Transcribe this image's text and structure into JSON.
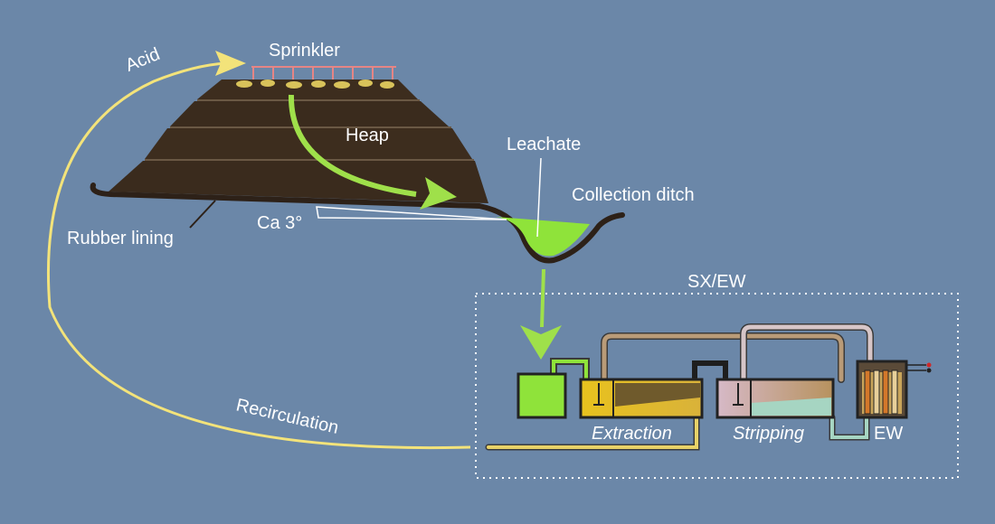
{
  "labels": {
    "acid": "Acid",
    "sprinkler": "Sprinkler",
    "heap": "Heap",
    "leachate": "Leachate",
    "collection_ditch": "Collection ditch",
    "rubber_lining": "Rubber lining",
    "angle": "Ca 3°",
    "sxew": "SX/EW",
    "recirculation": "Recirculation",
    "extraction": "Extraction",
    "stripping": "Stripping",
    "ew": "EW"
  },
  "colors": {
    "background": "#6b87a8",
    "heap": "#3a2b1d",
    "leachate": "#8fe33a",
    "acid_line": "#f3e37a",
    "flow_arrow": "#9fe04a",
    "sprinkler": "#e58585",
    "box_outline": "#ffffff"
  }
}
